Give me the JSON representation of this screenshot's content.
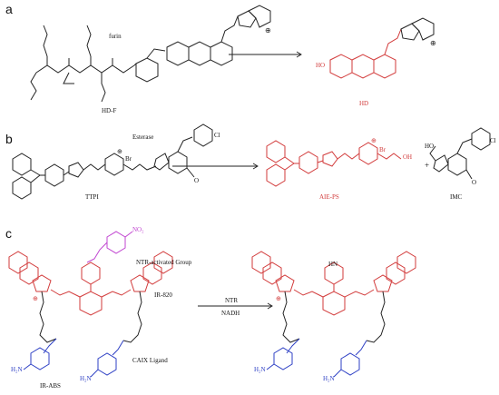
{
  "panels": [
    {
      "label": "a",
      "reactant_name": "HD-F",
      "cleavage_label": "furin",
      "product_name": "HD",
      "product_atoms": {
        "hydroxyl": "HO"
      }
    },
    {
      "label": "b",
      "reactant_name": "TTPI",
      "cleavage_label": "Esterase",
      "product_name": "AIE-PS",
      "plus": "+",
      "side_product": "IMC",
      "atoms": {
        "bromide": "Br",
        "hydroxyl": "OH",
        "acid": "HO",
        "chloro": "Cl",
        "methoxy": "O"
      }
    },
    {
      "label": "c",
      "reactant_name": "IR-ABS",
      "dye_core": "IR-820",
      "trigger_group": "NTR-activated Group",
      "targeting_ligand": "CAIX Ligand",
      "conditions": [
        "NTR",
        "NADH"
      ],
      "atoms": {
        "sulfonamide": "H₂N",
        "nitro": "NO₂",
        "amine": "HN",
        "charge": "⊕"
      }
    }
  ],
  "colors": {
    "product": "#d23a3a",
    "ligand": "#2d3fc4",
    "trigger": "#c044d0",
    "ink": "#222222"
  }
}
